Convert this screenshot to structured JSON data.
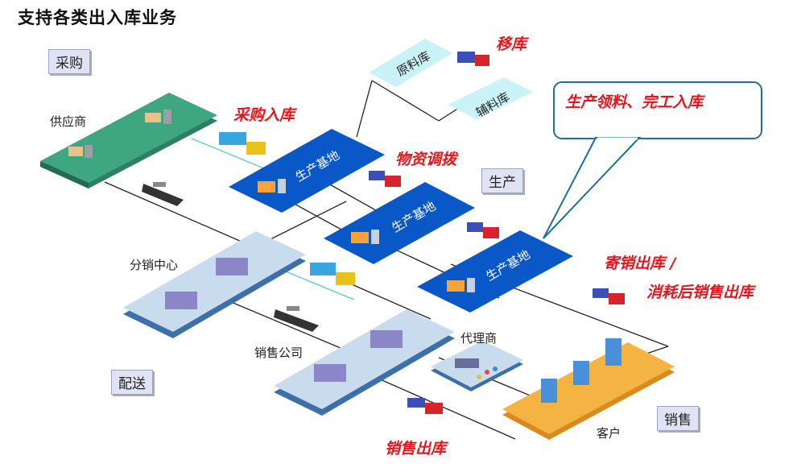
{
  "title": "支持各类出入库业务",
  "tags": {
    "purchase": "采购",
    "production": "生产",
    "delivery": "配送",
    "sales": "销售"
  },
  "nodes": {
    "supplier": "供应商",
    "base": "生产基地",
    "raw_warehouse": "原料库",
    "aux_warehouse": "辅料库",
    "distribution_center": "分销中心",
    "sales_company": "销售公司",
    "agent": "代理商",
    "customer": "客户"
  },
  "operations": {
    "transfer": "移库",
    "purchase_in": "采购入库",
    "material_allocation": "物资调拨",
    "production_callout": "生产领料、完工入库",
    "consign_out_line1": "寄销出库 /",
    "consign_out_line2": "消耗后销售出库",
    "sales_out": "销售出库"
  },
  "colors": {
    "supplier_green": "#3fa682",
    "base_blue": "#0a57c8",
    "center_lightblue": "#c9dcee",
    "customer_orange": "#f5b342",
    "warehouse_cyan": "#c9f3f6",
    "red_text": "#e8141c",
    "callout_border": "#1f6f97"
  }
}
